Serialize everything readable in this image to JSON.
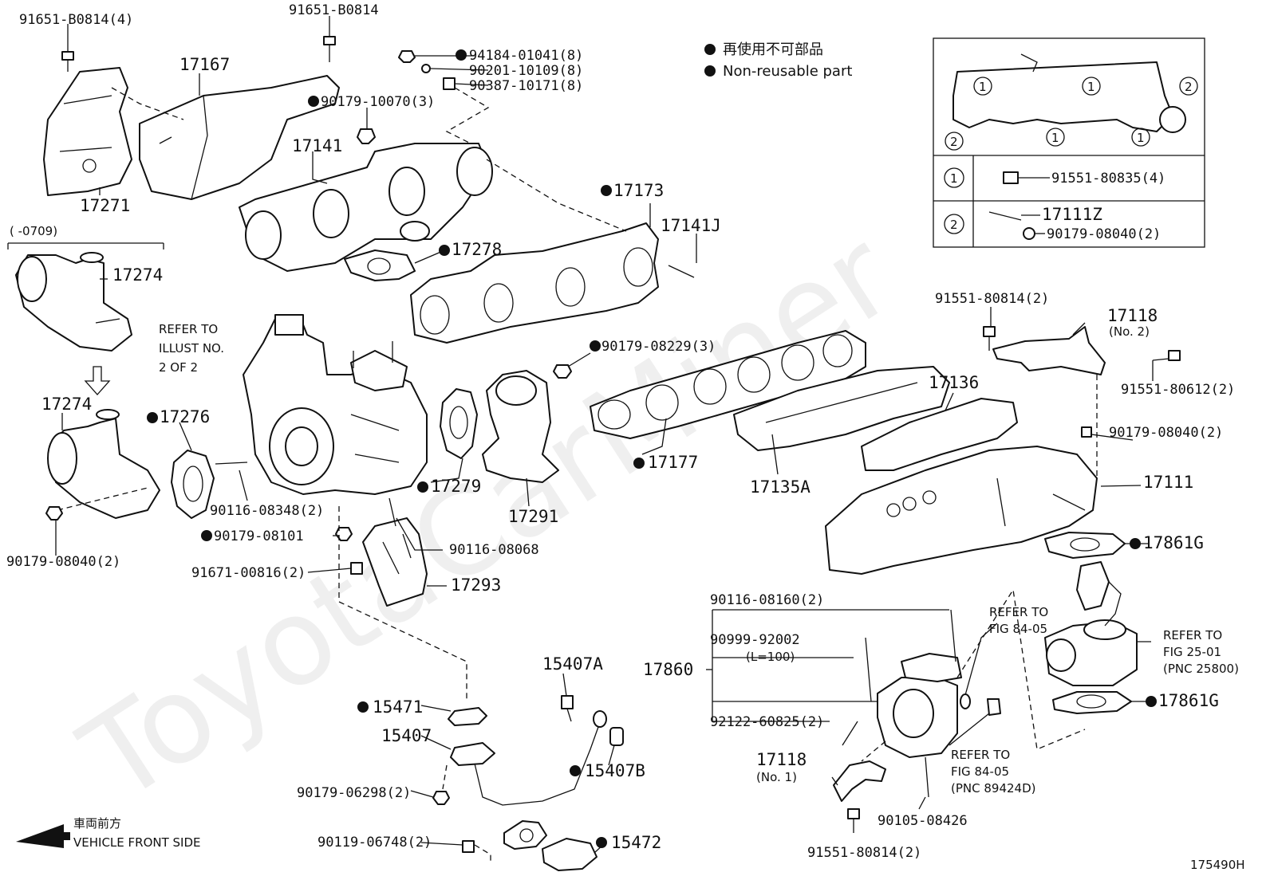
{
  "watermark": "ToyotaCarMiner",
  "figure_id": "175490H",
  "legend": {
    "jp": "再使用不可部品",
    "en": "Non-reusable part"
  },
  "front_side": {
    "jp": "車両前方",
    "en": "VEHICLE FRONT SIDE"
  },
  "date_range": "(      -0709)",
  "refer_turbo": [
    "REFER TO",
    "ILLUST NO.",
    "2 OF 2"
  ],
  "refer_8405_a": [
    "REFER TO",
    "FIG 84-05"
  ],
  "refer_8405_b": [
    "REFER TO",
    "FIG 84-05",
    "(PNC 89424D)"
  ],
  "refer_2501": [
    "REFER TO",
    "FIG 25-01",
    "(PNC 25800)"
  ],
  "inset": {
    "row1_num": "1",
    "row1_part": "91551-80835(4)",
    "row2_num": "2",
    "row2_part_a": "17111Z",
    "row2_part_b": "90179-08040(2)"
  },
  "labels": {
    "p91651a": "91651-B0814(4)",
    "p91651b": "91651-B0814",
    "p17167": "17167",
    "p94184": "94184-01041(8)",
    "p90201": "90201-10109(8)",
    "p90387": "90387-10171(8)",
    "p90179_10070": "90179-10070(3)",
    "p17141": "17141",
    "p17271": "17271",
    "p17173": "17173",
    "p17141j": "17141J",
    "p17278": "17278",
    "p17274a": "17274",
    "p17274b": "17274",
    "p90179_08229": "90179-08229(3)",
    "p17276": "17276",
    "p17279": "17279",
    "p17291": "17291",
    "p17177": "17177",
    "p17135a": "17135A",
    "p17136": "17136",
    "p91551_80814a": "91551-80814(2)",
    "p17118a": "17118",
    "p17118a_sub": "(No. 2)",
    "p91551_80612": "91551-80612(2)",
    "p90179_08040a": "90179-08040(2)",
    "p17111": "17111",
    "p17861a": "17861G",
    "p90116_08348": "90116-08348(2)",
    "p90179_08101": "90179-08101",
    "p90116_08068": "90116-08068",
    "p91671": "91671-00816(2)",
    "p17293": "17293",
    "p90179_08040b": "90179-08040(2)",
    "p90116_08160": "90116-08160(2)",
    "p90999": "90999-92002",
    "p90999_sub": "(L=100)",
    "p17860": "17860",
    "p92122": "92122-60825(2)",
    "p17118b": "17118",
    "p17118b_sub": "(No. 1)",
    "p90105": "90105-08426",
    "p91551_80814b": "91551-80814(2)",
    "p17861b": "17861G",
    "p15407a": "15407A",
    "p15471": "15471",
    "p15407": "15407",
    "p15407b": "15407B",
    "p90179_06298": "90179-06298(2)",
    "p90119": "90119-06748(2)",
    "p15472": "15472"
  }
}
